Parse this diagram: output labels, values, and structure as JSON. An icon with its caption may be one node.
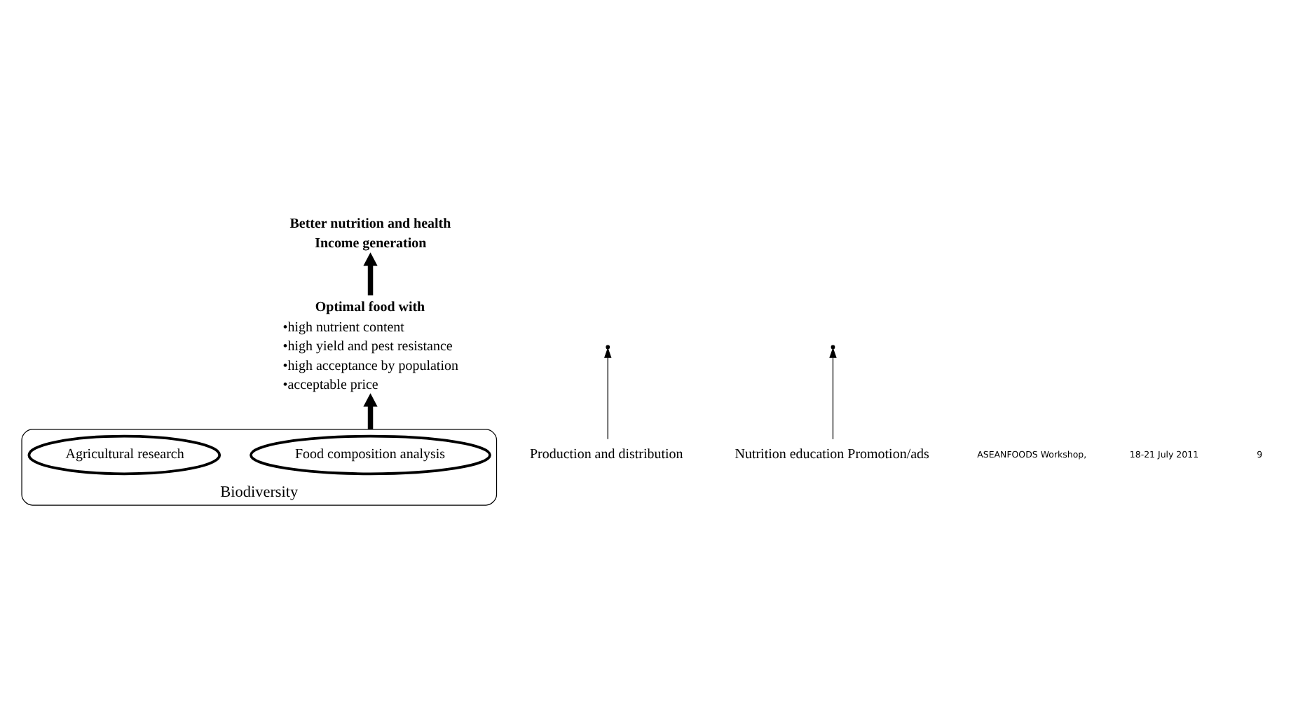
{
  "diagram": {
    "nodes": [
      {
        "text": [
          "Better nutrition and health",
          "Income generation"
        ]
      },
      {
        "text": [
          "Optimal food with",
          "•high nutrient content",
          "•high yield and pest resistance",
          "•high acceptance by population",
          "•acceptable price"
        ]
      },
      {
        "text": [
          "Production and distribution"
        ]
      },
      {
        "text": [
          "Nutrition education Promotion/ads"
        ]
      },
      {
        "text": [
          "Biodiversity"
        ]
      },
      {
        "text": [
          "Food composition analysis"
        ],
        "in": 4
      },
      {
        "text": [
          "Agricultural research"
        ],
        "in": 4
      }
    ],
    "edges": [
      {
        "from": 1,
        "to": 0,
        "arrow": "to",
        "style": "thick"
      },
      {
        "from": 2,
        "to": null,
        "arrow": "to"
      },
      {
        "from": 3,
        "to": null,
        "arrow": "to"
      },
      {
        "from": 4,
        "to": 1,
        "arrow": "to",
        "style": "thick"
      }
    ],
    "labels": [
      "ASEANFOODS Workshop,",
      "18-21 July 2011",
      "9"
    ]
  }
}
